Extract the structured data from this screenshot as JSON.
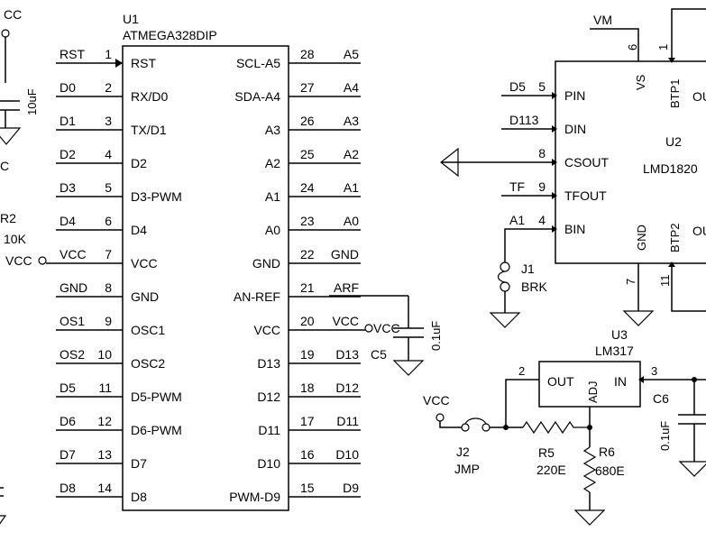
{
  "u1": {
    "ref": "U1",
    "part": "ATMEGA328DIP",
    "left_pins": [
      {
        "num": "1",
        "name": "RST",
        "net": "RST"
      },
      {
        "num": "2",
        "name": "RX/D0",
        "net": "D0"
      },
      {
        "num": "3",
        "name": "TX/D1",
        "net": "D1"
      },
      {
        "num": "4",
        "name": "D2",
        "net": "D2"
      },
      {
        "num": "5",
        "name": "D3-PWM",
        "net": "D3"
      },
      {
        "num": "6",
        "name": "D4",
        "net": "D4"
      },
      {
        "num": "7",
        "name": "VCC",
        "net": "VCC"
      },
      {
        "num": "8",
        "name": "GND",
        "net": "GND"
      },
      {
        "num": "9",
        "name": "OSC1",
        "net": "OS1"
      },
      {
        "num": "10",
        "name": "OSC2",
        "net": "OS2"
      },
      {
        "num": "11",
        "name": "D5-PWM",
        "net": "D5"
      },
      {
        "num": "12",
        "name": "D6-PWM",
        "net": "D6"
      },
      {
        "num": "13",
        "name": "D7",
        "net": "D7"
      },
      {
        "num": "14",
        "name": "D8",
        "net": "D8"
      }
    ],
    "right_pins": [
      {
        "num": "28",
        "name": "SCL-A5",
        "net": "A5"
      },
      {
        "num": "27",
        "name": "SDA-A4",
        "net": "A4"
      },
      {
        "num": "26",
        "name": "A3",
        "net": "A3"
      },
      {
        "num": "25",
        "name": "A2",
        "net": "A2"
      },
      {
        "num": "24",
        "name": "A1",
        "net": "A1"
      },
      {
        "num": "23",
        "name": "A0",
        "net": "A0"
      },
      {
        "num": "22",
        "name": "GND",
        "net": "GND"
      },
      {
        "num": "21",
        "name": "AN-REF",
        "net": "ARF"
      },
      {
        "num": "20",
        "name": "VCC",
        "net": "VCC"
      },
      {
        "num": "19",
        "name": "D13",
        "net": "D13"
      },
      {
        "num": "18",
        "name": "D12",
        "net": "D12"
      },
      {
        "num": "17",
        "name": "D11",
        "net": "D11"
      },
      {
        "num": "16",
        "name": "D10",
        "net": "D10"
      },
      {
        "num": "15",
        "name": "PWM-D9",
        "net": "D9"
      }
    ],
    "vcc_port": "VCC"
  },
  "left_partial": {
    "top_text": "CC",
    "cap_value": "10uF",
    "mid_text": "C",
    "r2_ref": "R2",
    "r2_value": "10K"
  },
  "c5": {
    "ref": "C5",
    "value": "0.1uF",
    "vcc_port": "VCC"
  },
  "u2": {
    "ref": "U2",
    "part": "LMD1820",
    "vm_net": "VM",
    "vs_num": "6",
    "vs_name": "VS",
    "btp1_num": "1",
    "btp1_name": "BTP1",
    "out1_name": "OU",
    "out2_name": "OU",
    "btp2_name": "BTP2",
    "btp2_num": "11",
    "gnd_name": "GND",
    "gnd_num": "7",
    "left_pins": [
      {
        "num": "5",
        "name": "PIN",
        "net": "D5"
      },
      {
        "num": "",
        "name": "DIN",
        "net": "D113"
      },
      {
        "num": "8",
        "name": "CSOUT",
        "net": ""
      },
      {
        "num": "9",
        "name": "TFOUT",
        "net": "TF"
      },
      {
        "num": "4",
        "name": "BIN",
        "net": "A1"
      }
    ]
  },
  "j1": {
    "ref": "J1",
    "value": "BRK"
  },
  "u3": {
    "ref": "U3",
    "part": "LM317",
    "out_name": "OUT",
    "out_num": "2",
    "adj_name": "ADJ",
    "in_name": "IN",
    "in_num": "3"
  },
  "c6": {
    "ref": "C6",
    "value": "0.1uF"
  },
  "j2": {
    "ref": "J2",
    "value": "JMP",
    "vcc": "VCC"
  },
  "r5": {
    "ref": "R5",
    "value": "220E"
  },
  "r6": {
    "ref": "R6",
    "value": "680E"
  }
}
